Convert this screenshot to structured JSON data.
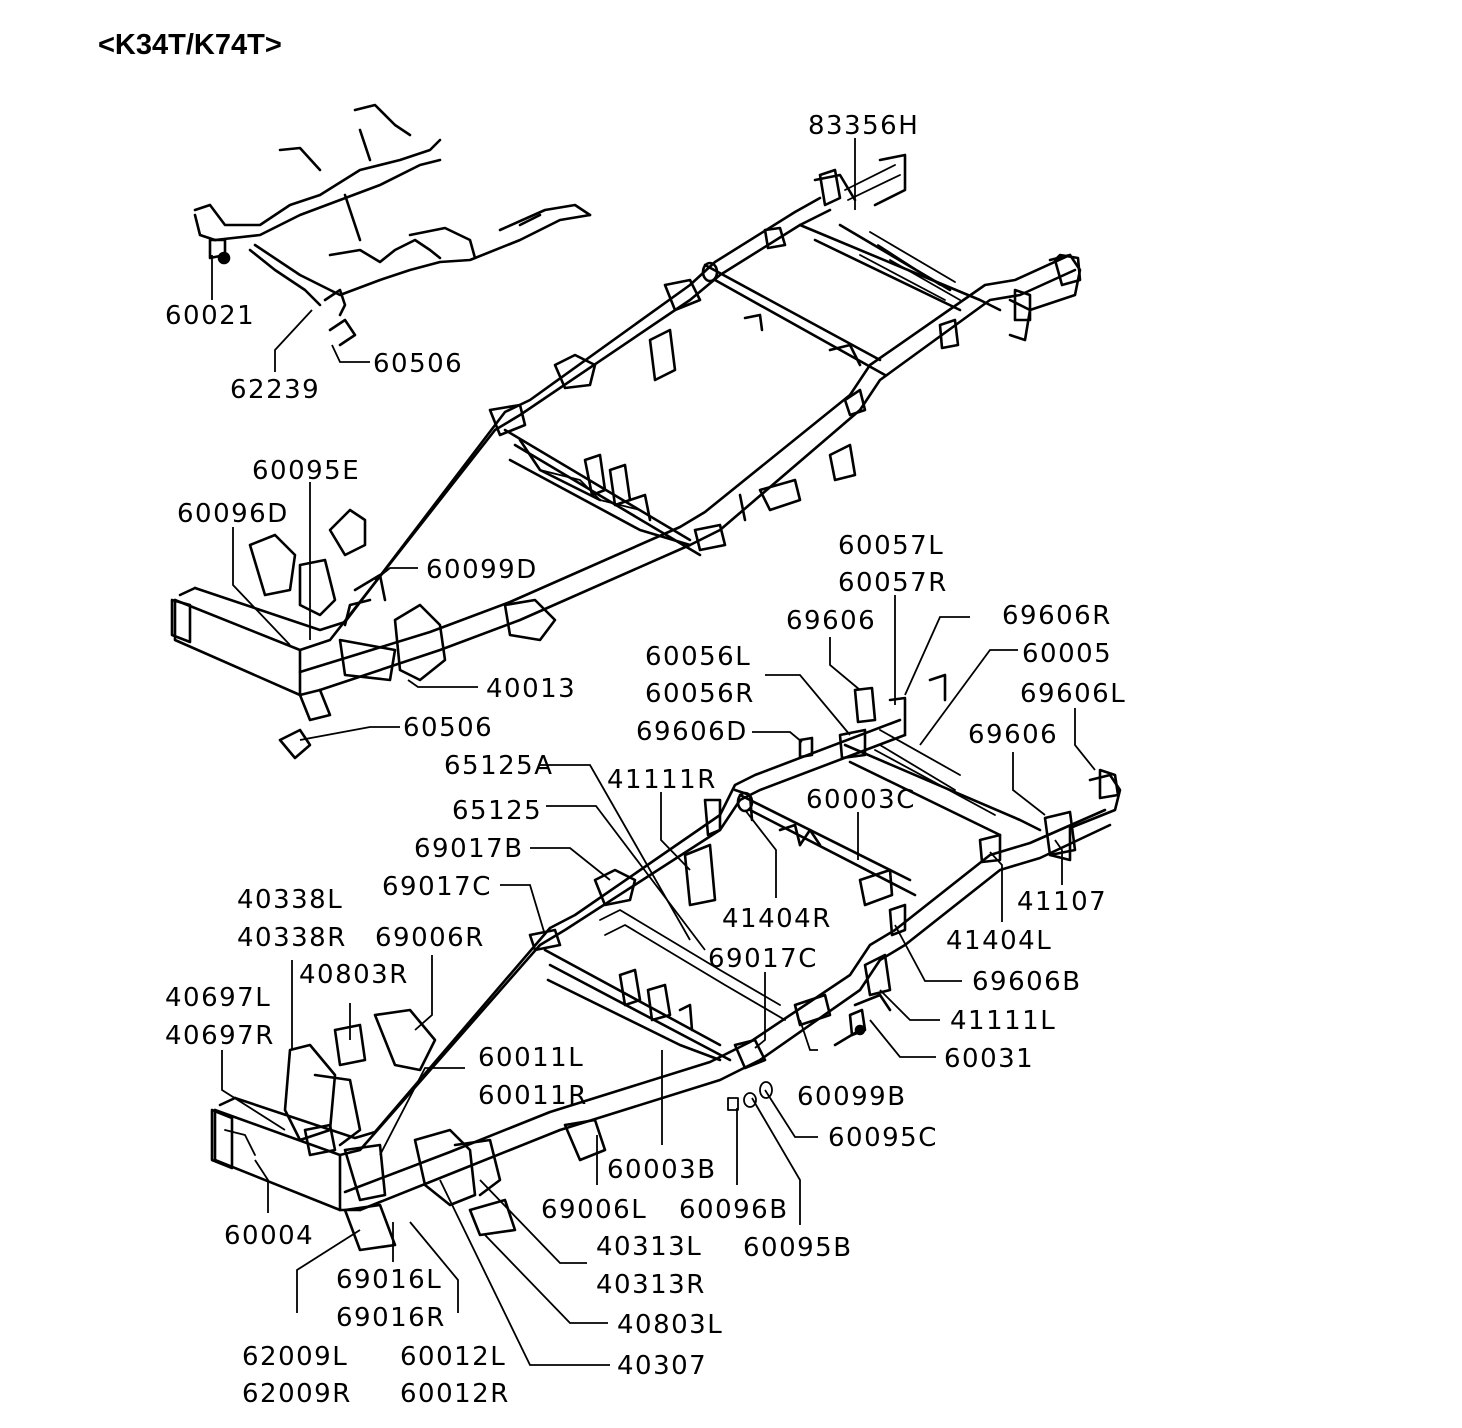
{
  "title": "<K34T/K74T>",
  "callouts": [
    "83356H",
    "60021",
    "62239",
    "60506",
    "60095E",
    "60096D",
    "60099D",
    "40013",
    "60506",
    "60057L",
    "60057R",
    "69606",
    "69606R",
    "60056L",
    "60005",
    "60056R",
    "69606L",
    "69606D",
    "69606",
    "65125A",
    "41111R",
    "60003C",
    "65125",
    "69017B",
    "69017C",
    "41107",
    "41404R",
    "40338L",
    "40338R",
    "69006R",
    "41404L",
    "69017C",
    "40803R",
    "69606B",
    "40697L",
    "40697R",
    "41111L",
    "60011L",
    "60031",
    "60011R",
    "60099B",
    "60095C",
    "60003B",
    "69006L",
    "60096B",
    "60004",
    "40313L",
    "60095B",
    "40313R",
    "69016L",
    "69016R",
    "40803L",
    "62009L",
    "60012L",
    "40307",
    "62009R",
    "60012R"
  ]
}
